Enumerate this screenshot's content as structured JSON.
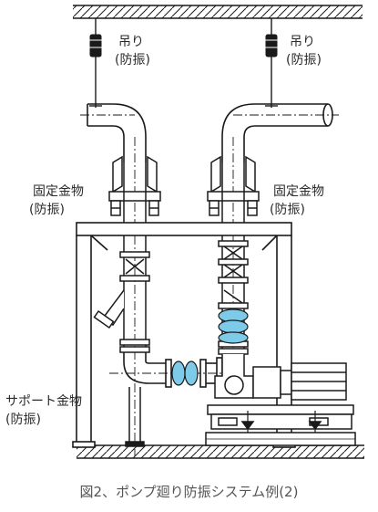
{
  "labels": {
    "hanger_left": [
      "吊り",
      "(防振)"
    ],
    "hanger_right": [
      "吊り",
      "(防振)"
    ],
    "fixture_left": [
      "固定金物",
      "(防振)"
    ],
    "fixture_right": [
      "固定金物",
      "(防振)"
    ],
    "support": [
      "サポート金物",
      "(防振)"
    ]
  },
  "caption": "図2、ポンプ廻り防振システム例(2)",
  "colors": {
    "line": "#1a1a1a",
    "flexible_joint": "#7ecbe9",
    "text": "#2a2a2a",
    "caption": "#555555"
  }
}
